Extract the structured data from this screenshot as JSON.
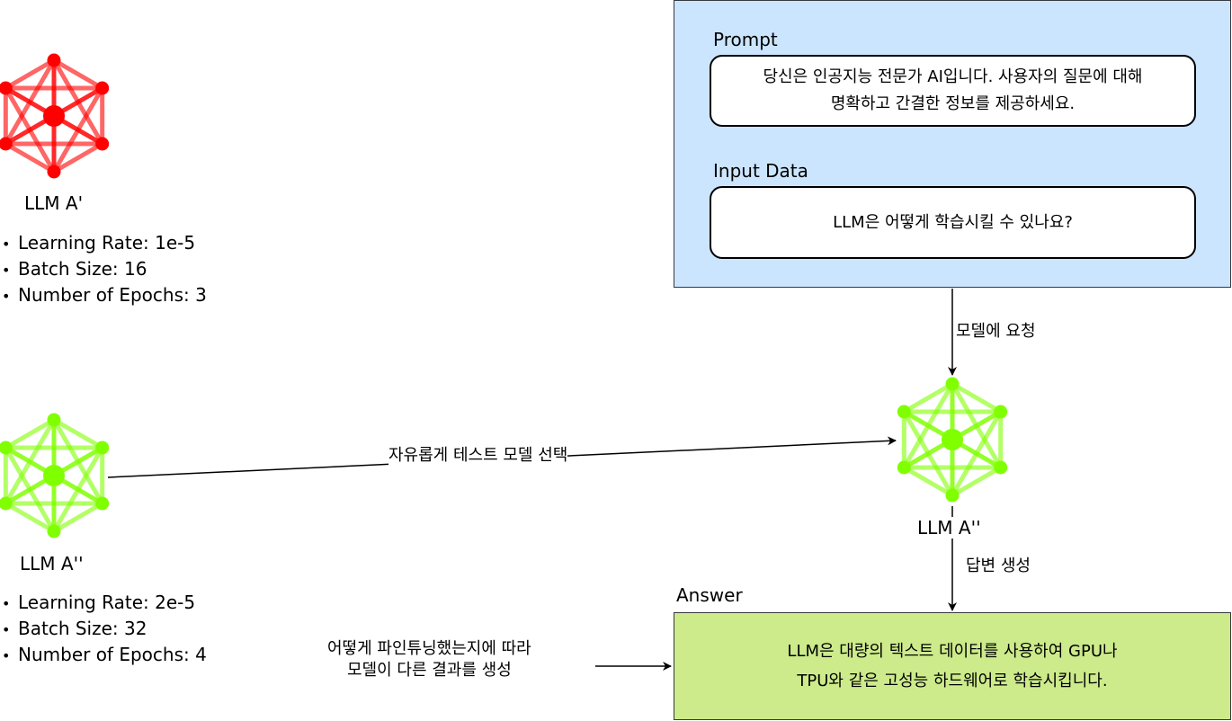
{
  "models": [
    {
      "label": "LLM A'",
      "color": "#ff0000",
      "params": [
        "Learning Rate: 1e-5",
        "Batch Size: 16",
        "Number of Epochs: 3"
      ]
    },
    {
      "label": "LLM A''",
      "color": "#80ff00",
      "params": [
        "Learning Rate: 2e-5",
        "Batch Size: 32",
        "Number of Epochs: 4"
      ]
    },
    {
      "label": "LLM A''",
      "color": "#80ff00"
    }
  ],
  "request_panel": {
    "prompt_title": "Prompt",
    "prompt_text_line1": "당신은 인공지능 전문가 AI입니다. 사용자의 질문에 대해",
    "prompt_text_line2": "명확하고 간결한 정보를 제공하세요.",
    "input_title": "Input Data",
    "input_text": "LLM은 어떻게 학습시킬 수 있나요?"
  },
  "edges": {
    "select_model": "자유롭게 테스트 모델 선택",
    "request_model": "모델에 요청",
    "generate_answer": "답변 생성",
    "note_line1": "어떻게 파인튜닝했는지에 따라",
    "note_line2": "모델이 다른 결과를 생성"
  },
  "answer": {
    "title": "Answer",
    "line1": "LLM은 대량의 텍스트 데이터를 사용하여 GPU나",
    "line2": "TPU와 같은 고성능 하드웨어로 학습시킵니다."
  }
}
